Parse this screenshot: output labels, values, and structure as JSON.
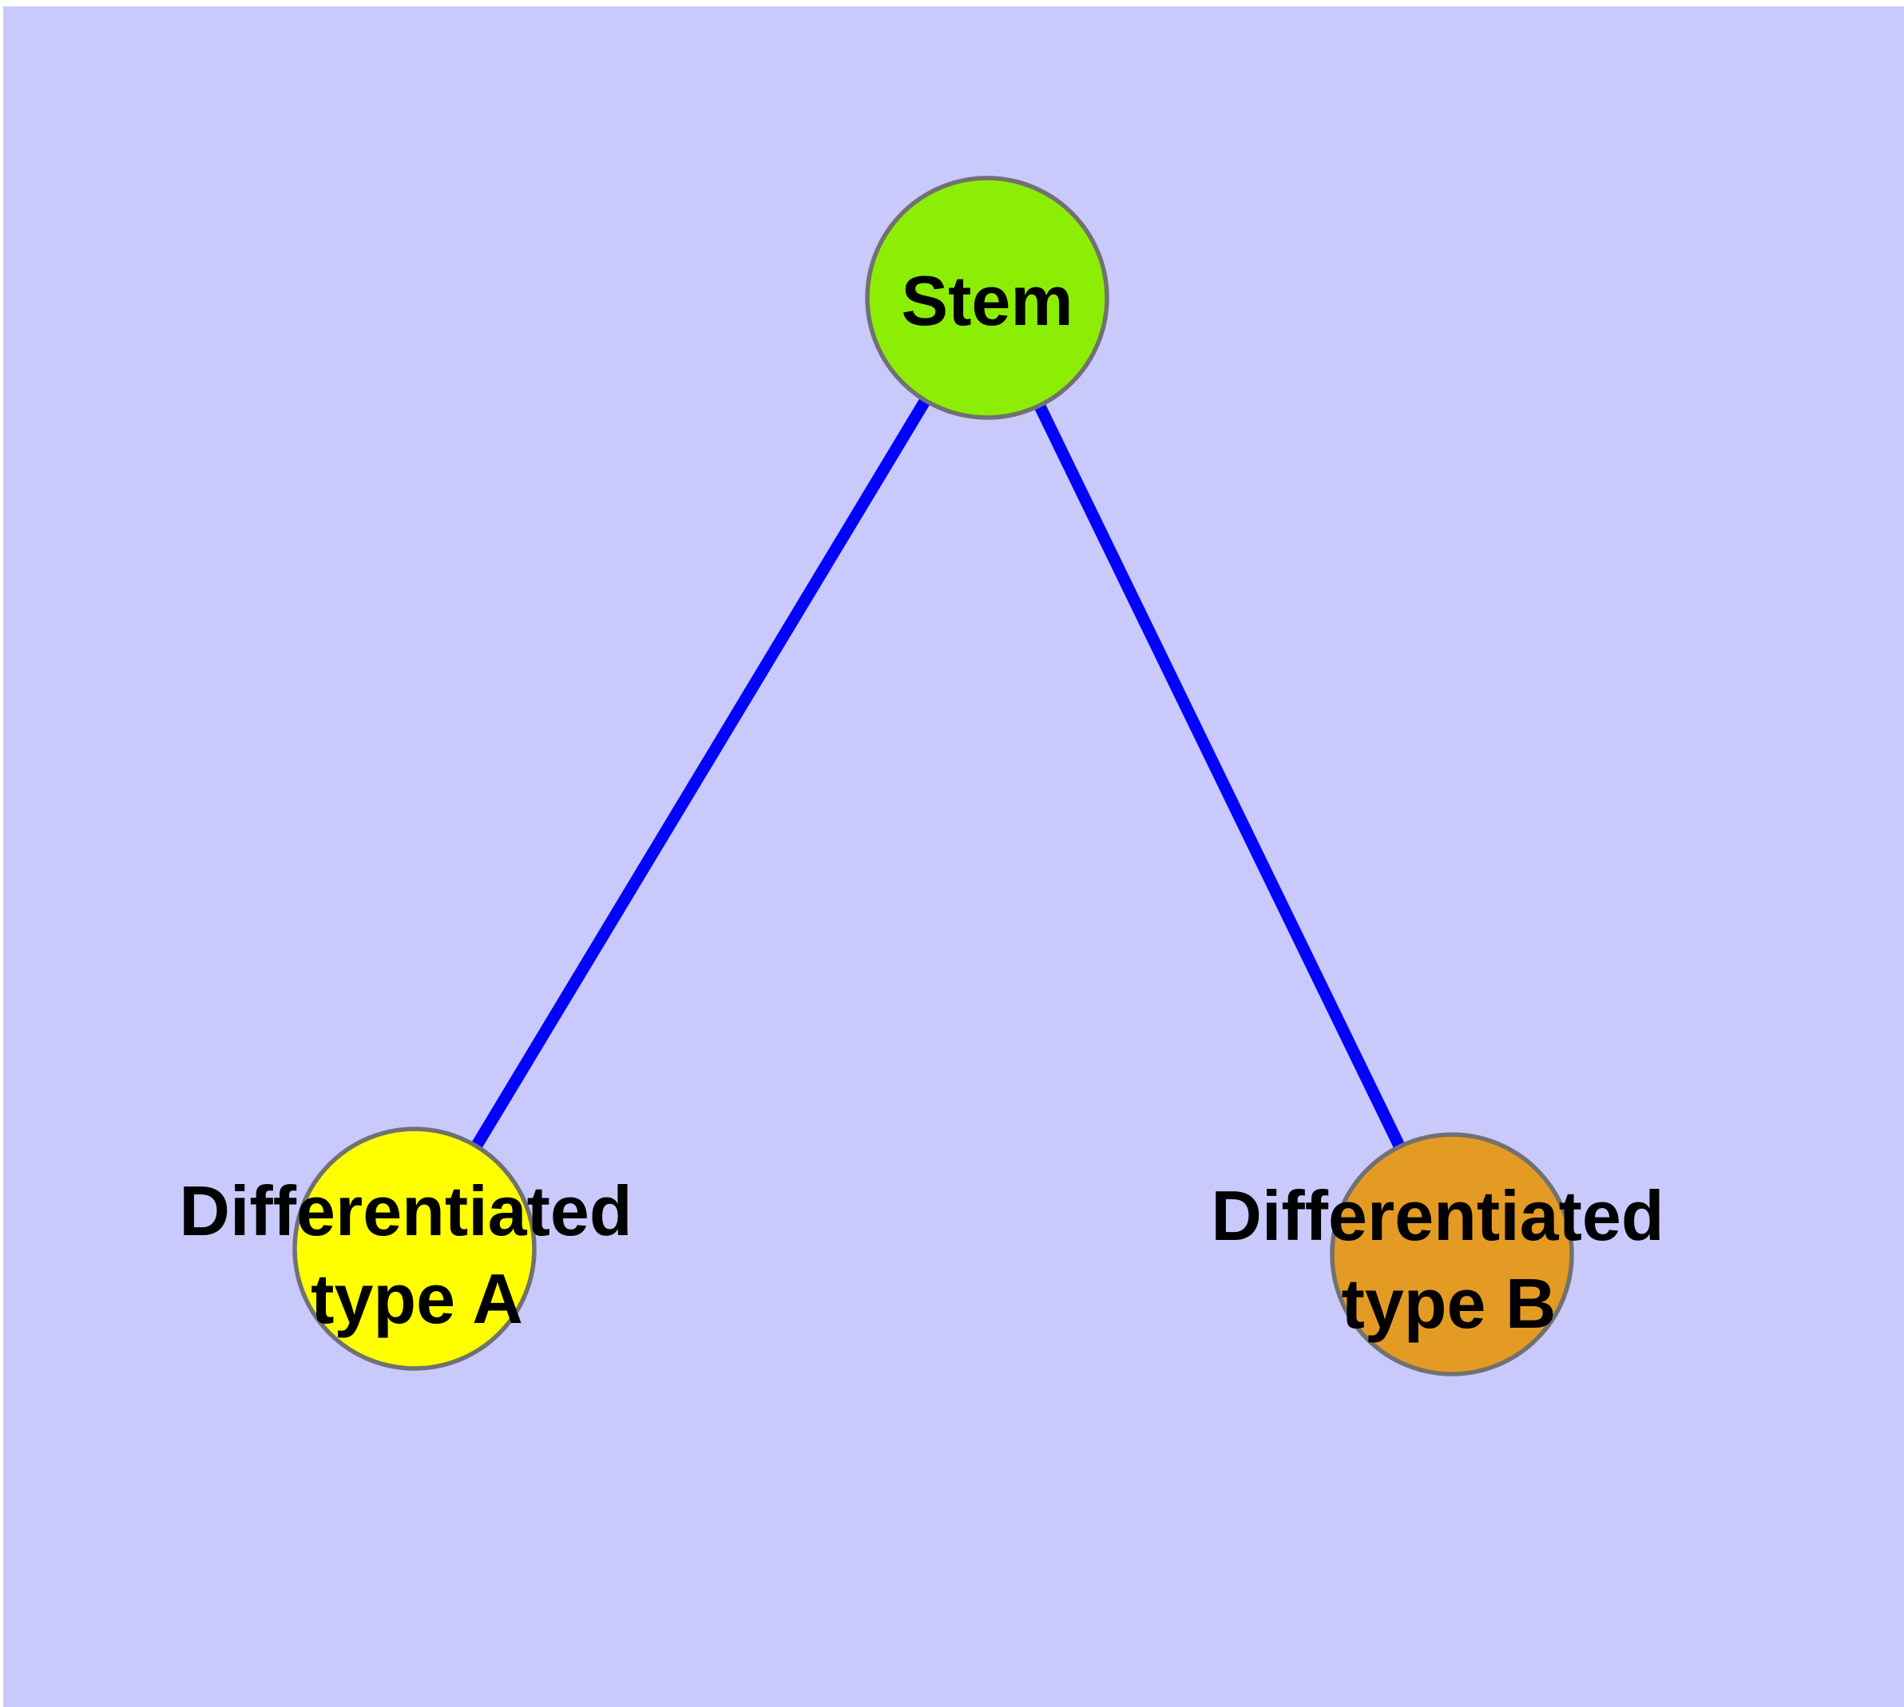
{
  "diagram": {
    "background_color": "#C9C9FB",
    "edge_color": "#0303FB",
    "node_border_color": "#717171",
    "label_color": "#000000",
    "nodes": [
      {
        "id": "stem",
        "label": "Stem",
        "color": "#8DEE05"
      },
      {
        "id": "differentiated-type-a",
        "label_line1": "Differentiated",
        "label_line2": "type A",
        "color": "#FFFF00"
      },
      {
        "id": "differentiated-type-b",
        "label_line1": "Differentiated",
        "label_line2": "type B",
        "color": "#E49B23"
      }
    ],
    "edges": [
      {
        "from": "Stem",
        "to": "Differentiated type A"
      },
      {
        "from": "Stem",
        "to": "Differentiated type B"
      }
    ]
  }
}
